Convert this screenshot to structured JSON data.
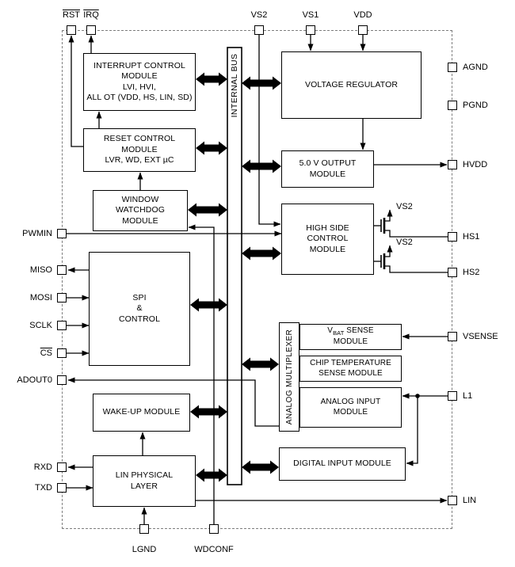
{
  "pins": {
    "rst": "RST",
    "irq": "IRQ",
    "vs2": "VS2",
    "vs1": "VS1",
    "vdd": "VDD",
    "agnd": "AGND",
    "pgnd": "PGND",
    "hvdd": "HVDD",
    "hs1": "HS1",
    "hs2": "HS2",
    "vsense": "VSENSE",
    "l1": "L1",
    "lin": "LIN",
    "pwmin": "PWMIN",
    "miso": "MISO",
    "mosi": "MOSI",
    "sclk": "SCLK",
    "cs": "CS",
    "adout0": "ADOUT0",
    "rxd": "RXD",
    "txd": "TXD",
    "lgnd": "LGND",
    "wdconf": "WDCONF"
  },
  "blocks": {
    "interrupt": {
      "l1": "INTERRUPT CONTROL",
      "l2": "MODULE",
      "l3": "LVI, HVI,",
      "l4": "ALL OT (VDD, HS, LIN, SD)"
    },
    "reset": {
      "l1": "RESET CONTROL",
      "l2": "MODULE",
      "l3": "LVR, WD, EXT µC"
    },
    "watchdog": {
      "l1": "WINDOW",
      "l2": "WATCHDOG",
      "l3": "MODULE"
    },
    "spi": {
      "l1": "SPI",
      "l2": "&",
      "l3": "CONTROL"
    },
    "wakeup": {
      "l1": "WAKE-UP MODULE"
    },
    "lin_phy": {
      "l1": "LIN PHYSICAL",
      "l2": "LAYER"
    },
    "bus": {
      "l1": "INTERNAL BUS"
    },
    "vreg": {
      "l1": "VOLTAGE REGULATOR"
    },
    "out5v": {
      "l1": "5.0 V OUTPUT",
      "l2": "MODULE"
    },
    "highside": {
      "l1": "HIGH SIDE",
      "l2": "CONTROL",
      "l3": "MODULE"
    },
    "mux": {
      "l1": "ANALOG MULTIPLEXER"
    },
    "vbat": {
      "v": "V",
      "sub": "BAT",
      "rest": " SENSE",
      "l2": "MODULE"
    },
    "chiptemp": {
      "l1": "CHIP TEMPERATURE",
      "l2": "SENSE MODULE"
    },
    "analogin": {
      "l1": "ANALOG INPUT",
      "l2": "MODULE"
    },
    "digital": {
      "l1": "DIGITAL INPUT MODULE"
    }
  },
  "rails": {
    "vs2_hs1": "VS2",
    "vs2_hs2": "VS2"
  }
}
